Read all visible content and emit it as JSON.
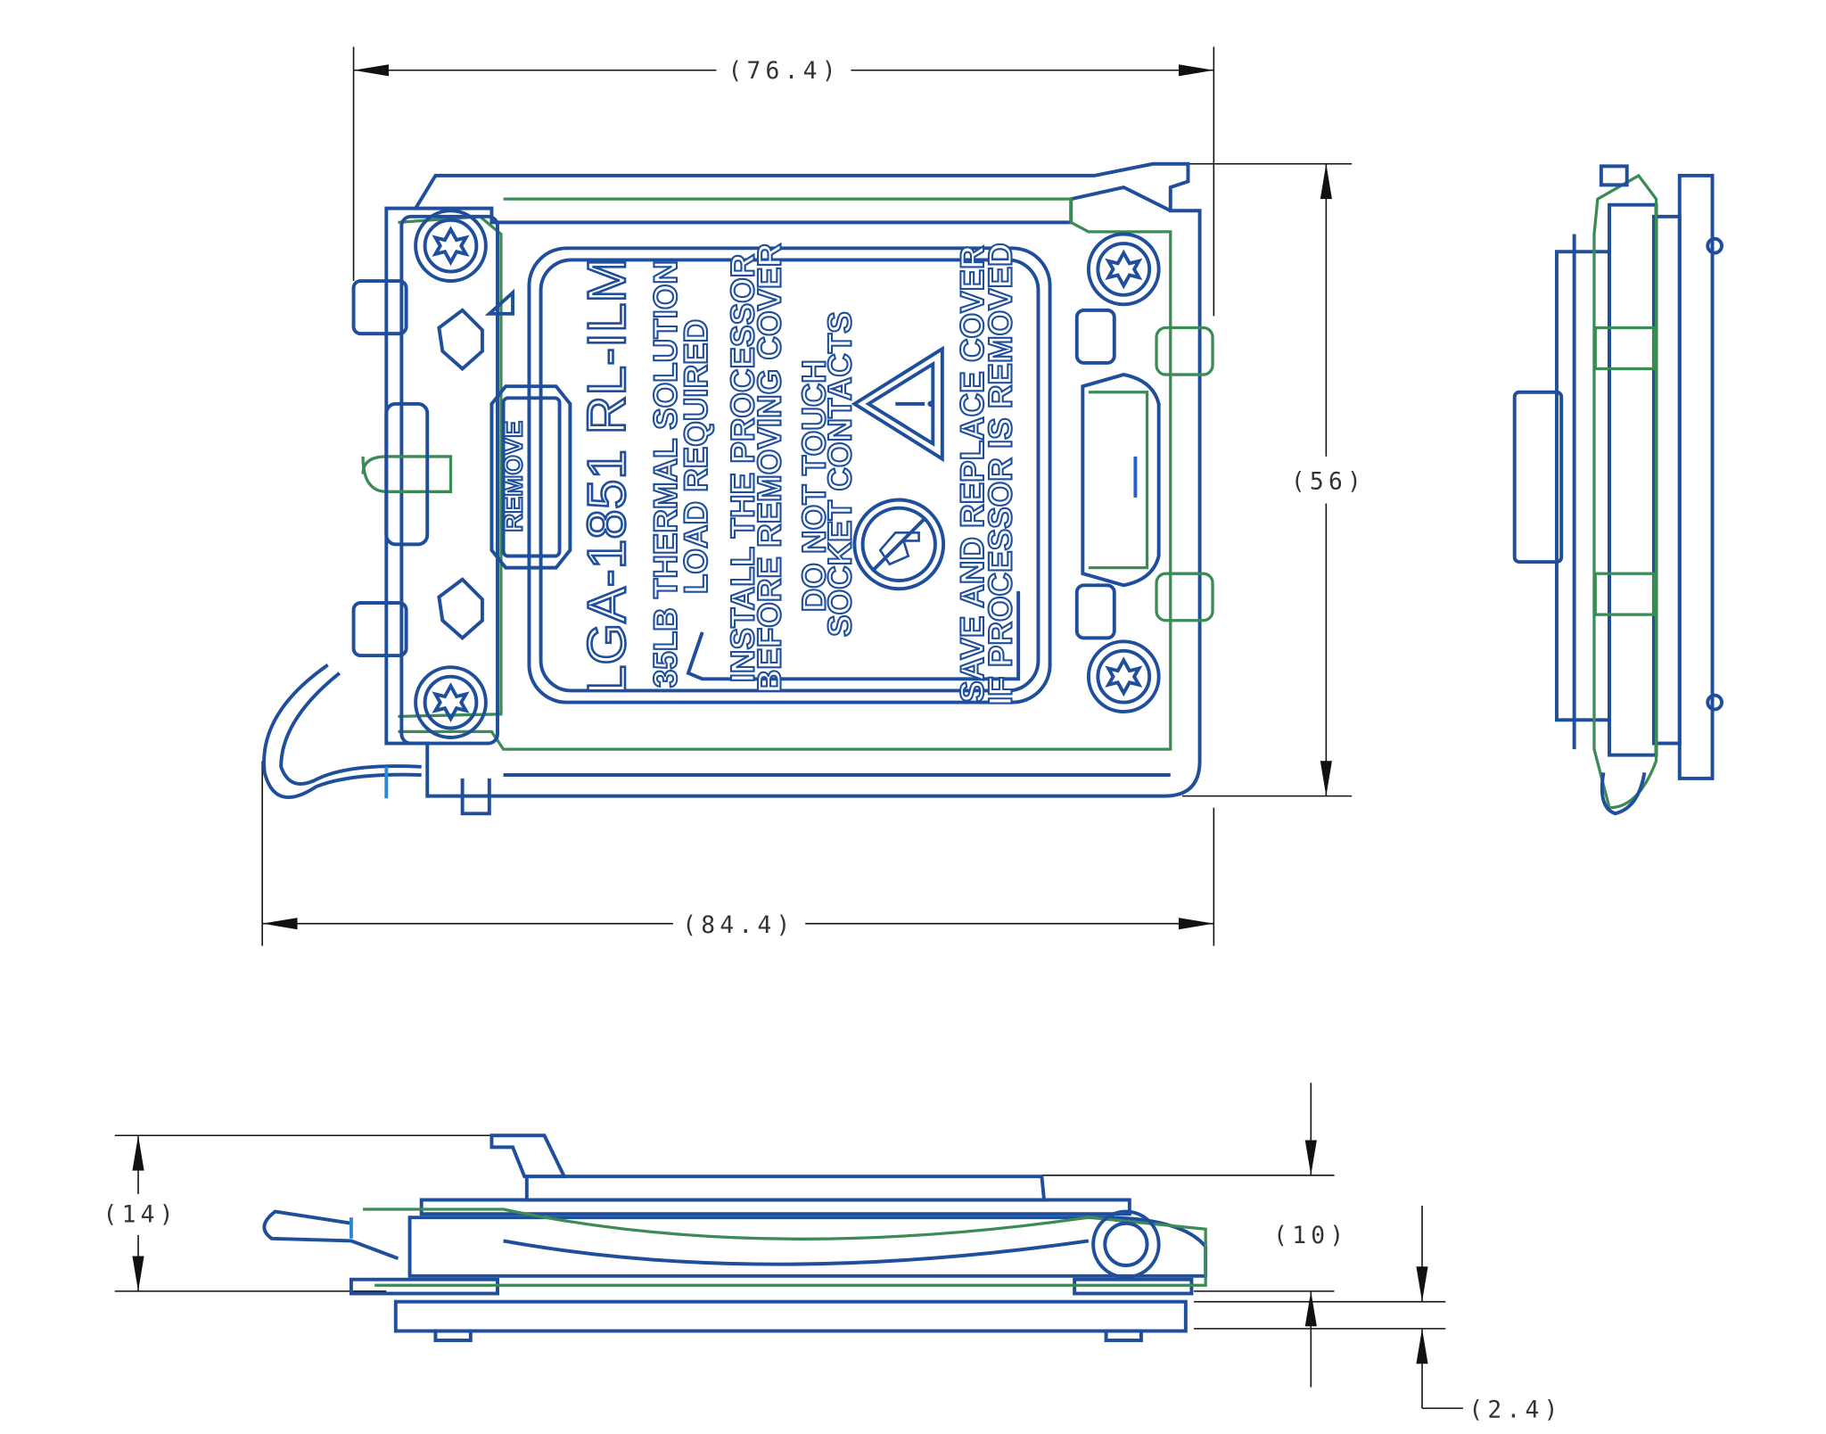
{
  "colors": {
    "outline_blue": "#1f4e9c",
    "outline_green": "#3c8a55",
    "dimension": "#111111"
  },
  "dimensions": {
    "top_width": "(76.4)",
    "height": "(56)",
    "overall_width": "(84.4)",
    "side_height_total": "(14)",
    "side_height_body": "(10)",
    "base_thickness": "(2.4)"
  },
  "cover_label": {
    "title": "LGA-1851 RL-ILM",
    "line1": "35LB THERMAL SOLUTION",
    "line2": "LOAD REQUIRED",
    "line3": "INSTALL THE PROCESSOR",
    "line4": "BEFORE REMOVING COVER",
    "line5": "DO NOT TOUCH",
    "line6": "SOCKET CONTACTS",
    "line7": "SAVE AND REPLACE COVER",
    "line8": "IF PROCESSOR IS REMOVED",
    "tab": "REMOVE"
  },
  "icons": [
    "torx-screw-icon",
    "warning-triangle-icon",
    "no-touch-icon"
  ]
}
